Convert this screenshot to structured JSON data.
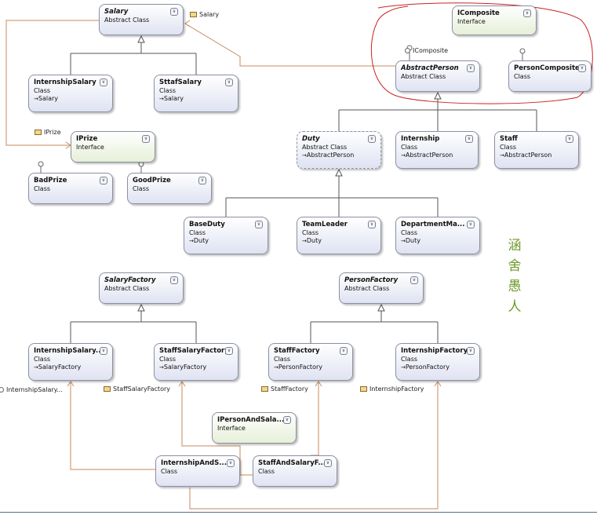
{
  "nodes": [
    {
      "id": "salary",
      "name": "Salary",
      "stereotype": "Abstract Class",
      "italic": true,
      "kind": "class"
    },
    {
      "id": "internshipSalary",
      "name": "InternshipSalary",
      "stereotype": "Class",
      "parent": "Salary",
      "kind": "class"
    },
    {
      "id": "sttafSalary",
      "name": "SttafSalary",
      "stereotype": "Class",
      "parent": "Salary",
      "kind": "class"
    },
    {
      "id": "iprize",
      "name": "IPrize",
      "stereotype": "Interface",
      "kind": "interface"
    },
    {
      "id": "badPrize",
      "name": "BadPrize",
      "stereotype": "Class",
      "kind": "class"
    },
    {
      "id": "goodPrize",
      "name": "GoodPrize",
      "stereotype": "Class",
      "kind": "class"
    },
    {
      "id": "icomposite",
      "name": "IComposite",
      "stereotype": "Interface",
      "kind": "interface"
    },
    {
      "id": "abstractPerson",
      "name": "AbstractPerson",
      "stereotype": "Abstract Class",
      "italic": true,
      "kind": "class"
    },
    {
      "id": "personComposite",
      "name": "PersonComposite",
      "stereotype": "Class",
      "kind": "class"
    },
    {
      "id": "duty",
      "name": "Duty",
      "stereotype": "Abstract Class",
      "parent": "AbstractPerson",
      "italic": true,
      "dashed": true,
      "kind": "class"
    },
    {
      "id": "internship",
      "name": "Internship",
      "stereotype": "Class",
      "parent": "AbstractPerson",
      "kind": "class"
    },
    {
      "id": "staff",
      "name": "Staff",
      "stereotype": "Class",
      "parent": "AbstractPerson",
      "kind": "class"
    },
    {
      "id": "baseDuty",
      "name": "BaseDuty",
      "stereotype": "Class",
      "parent": "Duty",
      "kind": "class"
    },
    {
      "id": "teamLeader",
      "name": "TeamLeader",
      "stereotype": "Class",
      "parent": "Duty",
      "kind": "class"
    },
    {
      "id": "departmentManager",
      "name": "DepartmentMa...",
      "stereotype": "Class",
      "parent": "Duty",
      "kind": "class"
    },
    {
      "id": "salaryFactory",
      "name": "SalaryFactory",
      "stereotype": "Abstract Class",
      "italic": true,
      "kind": "class"
    },
    {
      "id": "personFactory",
      "name": "PersonFactory",
      "stereotype": "Abstract Class",
      "italic": true,
      "kind": "class"
    },
    {
      "id": "internshipSalaryFactory",
      "name": "InternshipSalary...",
      "stereotype": "Class",
      "parent": "SalaryFactory",
      "kind": "class"
    },
    {
      "id": "staffSalaryFactory",
      "name": "StaffSalaryFactory",
      "stereotype": "Class",
      "parent": "SalaryFactory",
      "kind": "class"
    },
    {
      "id": "staffFactory",
      "name": "StaffFactory",
      "stereotype": "Class",
      "parent": "PersonFactory",
      "kind": "class"
    },
    {
      "id": "internshipFactory",
      "name": "InternshipFactory",
      "stereotype": "Class",
      "parent": "PersonFactory",
      "kind": "class"
    },
    {
      "id": "ipersonAndSalary",
      "name": "IPersonAndSala...",
      "stereotype": "Interface",
      "kind": "interface"
    },
    {
      "id": "internshipAndS",
      "name": "InternshipAndS...",
      "stereotype": "Class",
      "kind": "class"
    },
    {
      "id": "staffAndSalaryF",
      "name": "StaffAndSalaryF...",
      "stereotype": "Class",
      "kind": "class"
    }
  ],
  "labels": [
    {
      "id": "lblSalary",
      "text": "Salary",
      "icon": "property"
    },
    {
      "id": "lblIComposite",
      "text": "IComposite",
      "icon": "lollipop"
    },
    {
      "id": "lblIPrize",
      "text": "IPrize",
      "icon": "property"
    },
    {
      "id": "lblInternshipSalary",
      "text": "InternshipSalary...",
      "icon": "lollipop"
    },
    {
      "id": "lblStaffSalaryFactory",
      "text": "StaffSalaryFactory",
      "icon": "property"
    },
    {
      "id": "lblStaffFactory",
      "text": "StaffFactory",
      "icon": "property"
    },
    {
      "id": "lblInternshipFactory",
      "text": "InternshipFactory",
      "icon": "property"
    }
  ],
  "watermark": [
    "涵",
    "舍",
    "愚",
    "人"
  ],
  "colors": {
    "association": "#c98a5e",
    "inheritance": "#555555",
    "highlight": "#cc2222",
    "watermark": "#6f9a2a"
  }
}
